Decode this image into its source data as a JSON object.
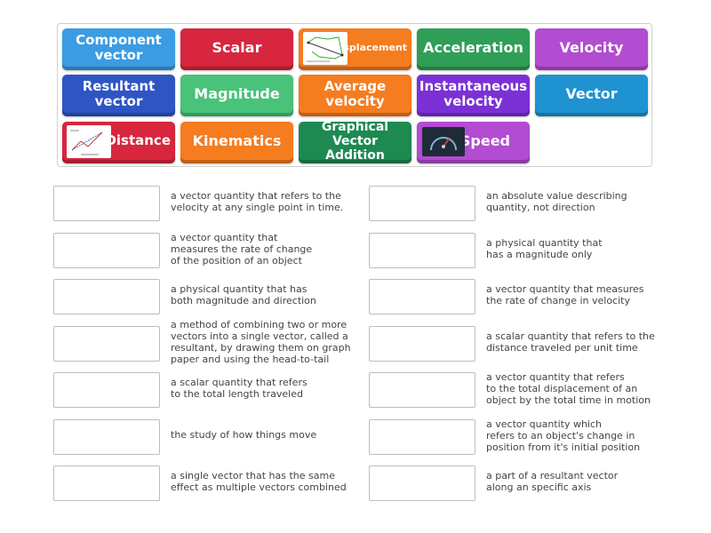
{
  "tiles": [
    {
      "label": "Component\nvector",
      "color": "#3b9be3"
    },
    {
      "label": "Scalar",
      "color": "#d7263d"
    },
    {
      "label": "Displacement",
      "color": "#f57c1f"
    },
    {
      "label": "Acceleration",
      "color": "#2f9e57"
    },
    {
      "label": "Velocity",
      "color": "#b24cd1"
    },
    {
      "label": "Resultant\nvector",
      "color": "#2f55c4"
    },
    {
      "label": "Magnitude",
      "color": "#49c27a"
    },
    {
      "label": "Average\nvelocity",
      "color": "#f57c1f"
    },
    {
      "label": "Instantaneous\nvelocity",
      "color": "#7b30d6"
    },
    {
      "label": "Vector",
      "color": "#1f92d1"
    },
    {
      "label": "Distance",
      "color": "#d7263d"
    },
    {
      "label": "Kinematics",
      "color": "#f57c1f"
    },
    {
      "label": "Graphical\nVector Addition",
      "color": "#1d8a52"
    },
    {
      "label": "Speed",
      "color": "#b24cd1"
    }
  ],
  "definitions_left": [
    "a vector quantity that refers to the\nvelocity at any single point in time.",
    "a vector quantity that\nmeasures the rate of change\nof the position of an object",
    "a physical quantity that has\nboth magnitude and direction",
    "a method of combining two or more\nvectors into a single vector, called a\nresultant, by drawing them on graph\npaper and using the head-to-tail",
    "a scalar quantity that refers\nto the total length traveled",
    "the study of how things move",
    "a single vector that has the same\neffect as multiple vectors combined"
  ],
  "definitions_right": [
    "an absolute value describing\nquantity, not direction",
    "a physical quantity that\nhas a magnitude only",
    "a vector quantity that measures\nthe rate of change in velocity",
    "a scalar quantity that refers to the\ndistance traveled per unit time",
    "a vector quantity that refers\nto the total displacement of an\nobject by the total time in motion",
    "a vector quantity which\nrefers to an object's change in\nposition from it's initial position",
    "a part of a resultant vector\nalong an specific axis"
  ]
}
